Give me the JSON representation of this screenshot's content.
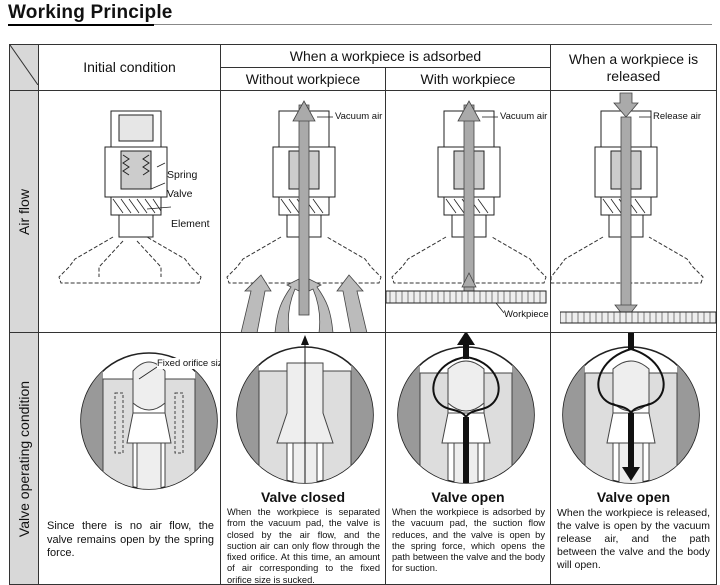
{
  "title": "Working Principle",
  "headers": {
    "initial": "Initial condition",
    "adsorbed": "When a workpiece is adsorbed",
    "without": "Without workpiece",
    "with": "With workpiece",
    "released": "When a workpiece is released"
  },
  "row_labels": {
    "air_flow": "Air flow",
    "valve_condition": "Valve operating condition"
  },
  "air_flow_labels": {
    "spring": "Spring",
    "valve": "Valve",
    "element": "Element",
    "vacuum_air_1": "Vacuum air",
    "vacuum_air_2": "Vacuum air",
    "release_air": "Release air",
    "workpiece": "Workpiece"
  },
  "valve_labels": {
    "fixed_orifice": "Fixed orifice size",
    "closed_title": "Valve closed",
    "open_title_1": "Valve open",
    "open_title_2": "Valve open"
  },
  "descriptions": {
    "initial": "Since there is no air flow, the valve remains open by the spring force.",
    "without": "When the workpiece is separated from the vacuum pad, the valve is closed by the air flow, and the suction air can only flow through the fixed orifice. At this time, an amount of air corresponding to the fixed orifice size is sucked.",
    "with": "When the workpiece is adsorbed by the vacuum pad, the suction flow reduces, and the valve is open by the spring force, which opens the path between the valve and the body for suction.",
    "released": "When the workpiece is released, the valve is open by the vacuum release air, and the path between the valve and the body will open."
  }
}
